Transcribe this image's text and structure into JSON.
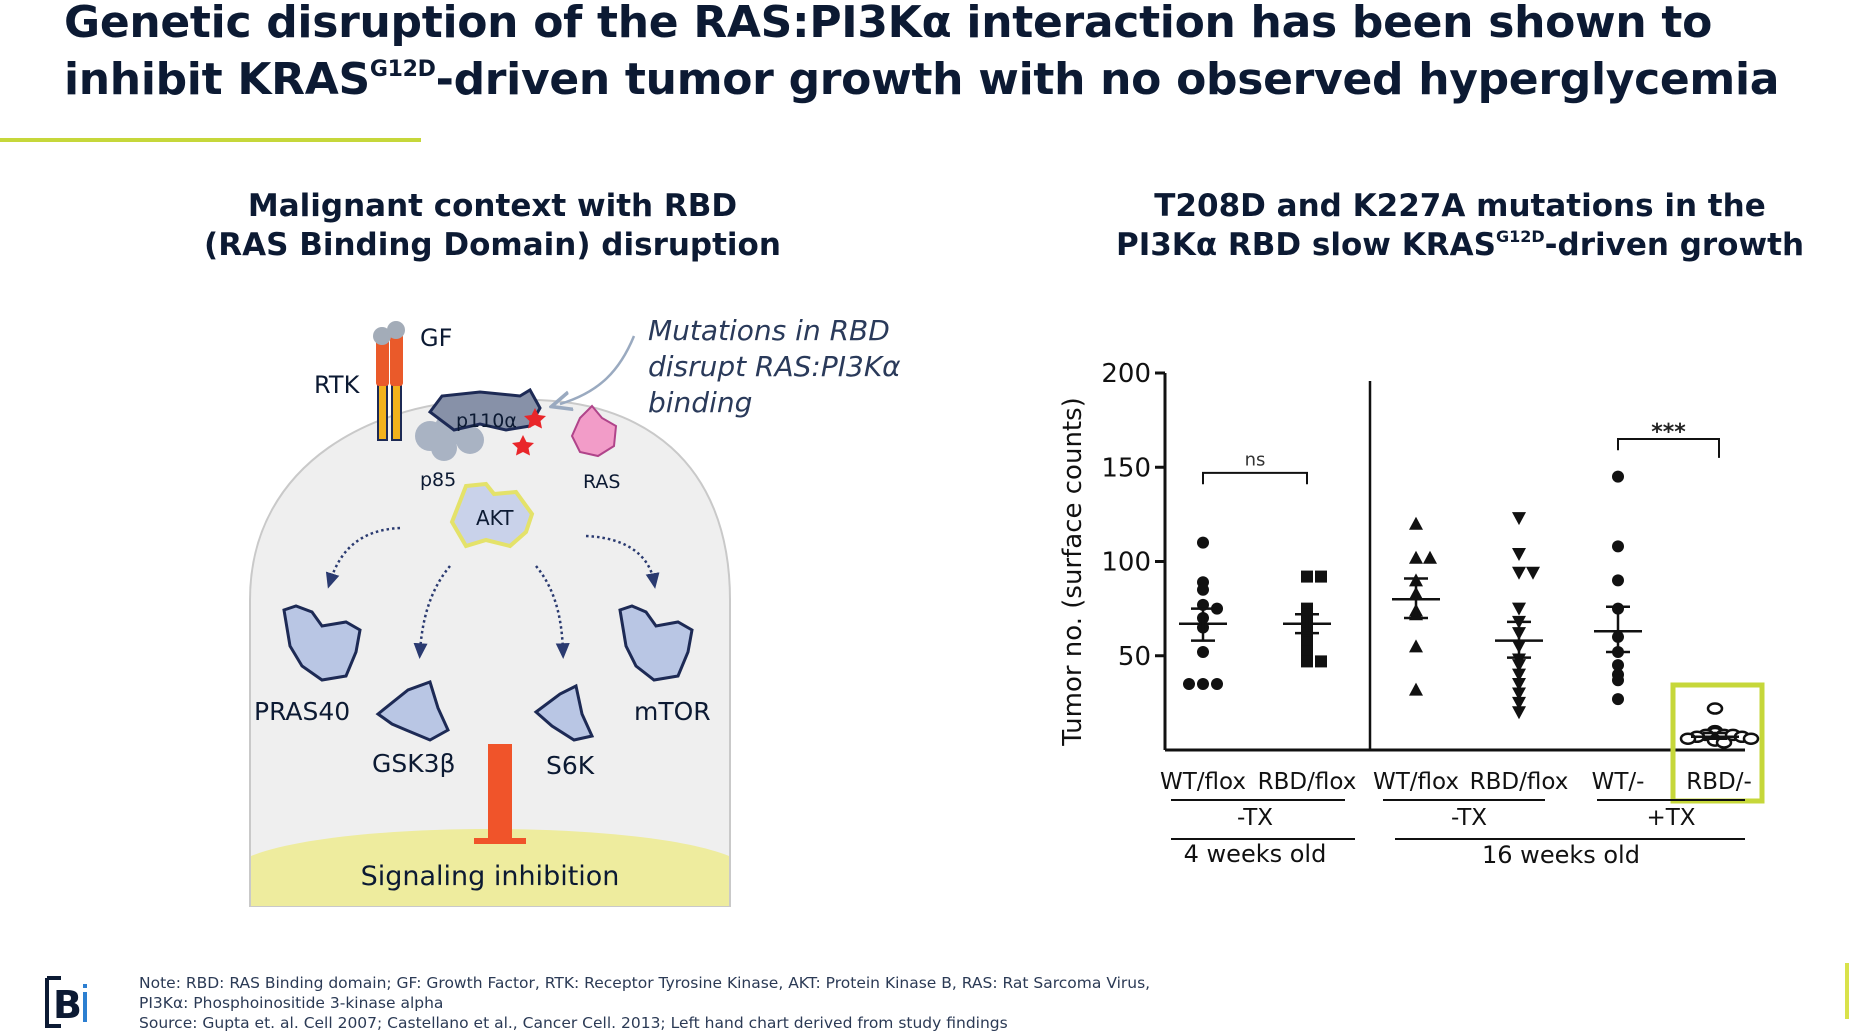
{
  "slide": {
    "title_part1": "Genetic disruption of the RAS:PI3Kα interaction has been shown to",
    "title_part2_pre": "inhibit KRAS",
    "title_part2_sup": "G12D",
    "title_part2_post": "-driven tumor growth with no observed hyperglycemia",
    "accent_color": "#c6d73a",
    "text_color": "#0c1a33"
  },
  "left_panel": {
    "heading_line1": "Malignant context with RBD",
    "heading_line2": "(RAS Binding Domain) disruption",
    "diagram": {
      "labels": {
        "gf": "GF",
        "rtk": "RTK",
        "p110": "p110α",
        "p85": "p85",
        "ras": "RAS",
        "akt": "AKT",
        "pras40": "PRAS40",
        "gsk3b": "GSK3β",
        "s6k": "S6K",
        "mtor": "mTOR",
        "inhibition": "Signaling inhibition"
      },
      "annotation_lines": [
        "Mutations in RBD",
        "disrupt RAS:PI3Kα",
        "binding"
      ],
      "colors": {
        "cell_fill": "#efefef",
        "cell_stroke": "#c9c9c9",
        "protein_fill": "#b9c6e4",
        "protein_stroke": "#1d2a55",
        "rtk_top": "#ea5a2a",
        "rtk_bottom": "#f2b21c",
        "ras_fill": "#f29cc8",
        "p110_fill": "#8791a8",
        "star": "#e9262a",
        "inhibition_bar": "#f0542a",
        "membrane_fill": "#eeec9e",
        "arrow": "#2a3a70"
      }
    }
  },
  "right_panel": {
    "heading_line1": "T208D and K227A mutations in the",
    "heading_line2_pre": "PI3Kα RBD slow KRAS",
    "heading_line2_sup": "G12D",
    "heading_line2_post": "-driven growth",
    "group_labels": {
      "tx_left": "-TX",
      "tx_mid": "-TX",
      "tx_right": "+TX",
      "age_left": "4 weeks old",
      "age_right": "16 weeks old"
    },
    "significance": {
      "left": "ns",
      "right": "***"
    },
    "highlight_color": "#c6d73a"
  },
  "chart_data": {
    "type": "scatter",
    "title": "",
    "xlabel": "",
    "ylabel": "Tumor no. (surface counts)",
    "ylim": [
      0,
      200
    ],
    "yticks": [
      50,
      100,
      150,
      200
    ],
    "categories": [
      "WT/flox",
      "RBD/flox",
      "WT/flox",
      "RBD/flox",
      "WT/-",
      "RBD/-"
    ],
    "groups": [
      {
        "label": "WT/flox",
        "marker": "circle",
        "values": [
          110,
          89,
          85,
          77,
          75,
          70,
          65,
          52,
          35,
          35,
          35
        ],
        "mean": 67,
        "sem_low": 58,
        "sem_high": 75
      },
      {
        "label": "RBD/flox",
        "marker": "square",
        "values": [
          92,
          92,
          75,
          72,
          68,
          62,
          57,
          52,
          47,
          47
        ],
        "mean": 67,
        "sem_low": 62,
        "sem_high": 72
      },
      {
        "label": "WT/flox",
        "marker": "triangle-up",
        "values": [
          120,
          102,
          102,
          90,
          83,
          74,
          72,
          55,
          32
        ],
        "mean": 80,
        "sem_low": 70,
        "sem_high": 91
      },
      {
        "label": "RBD/flox",
        "marker": "triangle-down",
        "values": [
          123,
          104,
          94,
          94,
          75,
          68,
          62,
          55,
          48,
          45,
          40,
          35,
          30,
          25,
          20
        ],
        "mean": 58,
        "sem_low": 49,
        "sem_high": 68
      },
      {
        "label": "WT/-",
        "marker": "circle",
        "values": [
          145,
          108,
          90,
          75,
          60,
          52,
          45,
          40,
          37,
          27
        ],
        "mean": 63,
        "sem_low": 52,
        "sem_high": 76
      },
      {
        "label": "RBD/-",
        "marker": "open-circle",
        "values": [
          22,
          10,
          9,
          8,
          8,
          8,
          7,
          7,
          6,
          6,
          5,
          4
        ],
        "mean": 7,
        "sem_low": 6,
        "sem_high": 9
      }
    ]
  },
  "footer": {
    "note_line1": "Note: RBD: RAS Binding domain; GF: Growth Factor, RTK: Receptor Tyrosine Kinase, AKT: Protein Kinase B, RAS: Rat Sarcoma Virus,",
    "note_line2": "PI3Kα: Phosphoinositide 3-kinase alpha",
    "source_line": "Source: Gupta et. al. Cell 2007; Castellano et al., Cancer Cell. 2013; Left hand chart derived from study findings",
    "logo_text": "B",
    "logo_color": "#0c1a33"
  }
}
